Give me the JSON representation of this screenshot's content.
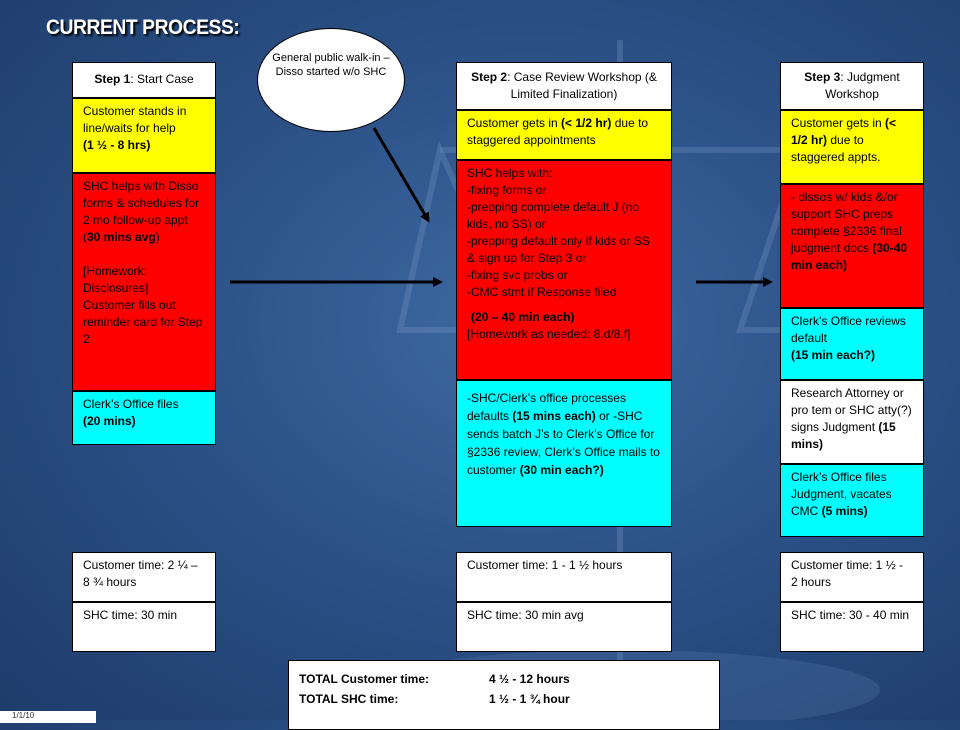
{
  "title": "CURRENT PROCESS:",
  "oval": {
    "text": "General public walk-in – Disso started w/o SHC"
  },
  "step1": {
    "header_bold": "Step 1",
    "header_rest": ": Start Case",
    "yellow_text": "Customer stands in line/waits for help",
    "yellow_bold": "(1 ½ - 8 hrs)",
    "red_pre": "SHC helps with Disso forms & schedules for 2 mo follow-up appt (",
    "red_bold": "30 mins avg",
    "red_post": ")",
    "red_homework": "[Homework: Disclosures]",
    "red_reminder": "Customer fills out reminder card for Step 2",
    "cyan_text": "Clerk’s Office files",
    "cyan_bold": "(20 mins)",
    "customer_time": "Customer time: 2 ¼ – 8 ¾  hours",
    "shc_time": "SHC time: 30 min"
  },
  "step2": {
    "header_bold": "Step 2",
    "header_rest": ": Case Review Workshop (& Limited Finalization)",
    "yellow_pre": "Customer gets in  ",
    "yellow_bold": "(< 1/2 hr)",
    "yellow_post": " due to staggered appointments",
    "red_lines": [
      "SHC helps with:",
      "-fixing forms or",
      "-prepping complete default J (no kids, no SS) or",
      "-prepping default only if kids or SS & sign up for Step 3 or",
      "-fixing svc probs or",
      "-CMC stmt if Response filed"
    ],
    "red_time_bold": "(20 – 40  min each)",
    "red_homework": "[Homework as needed: 8.d/8.f]",
    "cyan_pre1": "-SHC/Clerk’s office processes defaults ",
    "cyan_bold1": "(15 mins each)",
    "cyan_mid": " or -SHC sends batch J’s to Clerk’s Office for §2336 review, Clerk’s Office mails to customer ",
    "cyan_bold2": "(30 min each?)",
    "customer_time": "Customer time: 1 - 1 ½ hours",
    "shc_time": "SHC time: 30 min avg"
  },
  "step3": {
    "header_bold": "Step 3",
    "header_rest": ": Judgment Workshop",
    "yellow_pre": "Customer gets in ",
    "yellow_bold": "(< 1/2 hr)",
    "yellow_post": " due to staggered appts.",
    "red_pre": "- dissos w/ kids &/or support SHC preps complete §2336 final judgment docs ",
    "red_bold": "(30-40  min each)",
    "cyan1_text": "Clerk’s Office reviews default",
    "cyan1_bold": "(15 min each?)",
    "white_text": "Research Attorney or pro tem or SHC atty(?) signs Judgment ",
    "white_bold": "(15 mins)",
    "cyan2_text": "Clerk’s Office files Judgment, vacates CMC  ",
    "cyan2_bold": "(5 mins)",
    "customer_time": "Customer time: 1 ½ - 2 hours",
    "shc_time": "SHC time: 30 - 40 min"
  },
  "totals": {
    "customer_label": "TOTAL Customer time:",
    "customer_value": "4 ½  - 12  hours",
    "shc_label": "TOTAL SHC time:",
    "shc_value": "1 ½ - 1 ¾ hour"
  },
  "footer": "1/1/10"
}
